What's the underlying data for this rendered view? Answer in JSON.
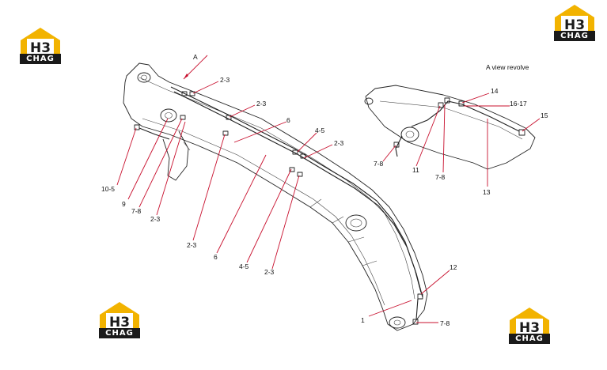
{
  "logo": {
    "mark": "H3",
    "brand": "CHAG",
    "colors": {
      "gold": "#f2b300",
      "dark": "#1a1a1a"
    }
  },
  "view_title": "A view revolve",
  "arrow_label": "A",
  "callouts": [
    "2-3",
    "2-3",
    "6",
    "4-5",
    "2-3",
    "10-5",
    "9",
    "7-8",
    "2-3",
    "2-3",
    "6",
    "4-5",
    "2-3",
    "14",
    "16-17",
    "15",
    "7-8",
    "11",
    "7-8",
    "13",
    "12",
    "1",
    "7-8"
  ]
}
